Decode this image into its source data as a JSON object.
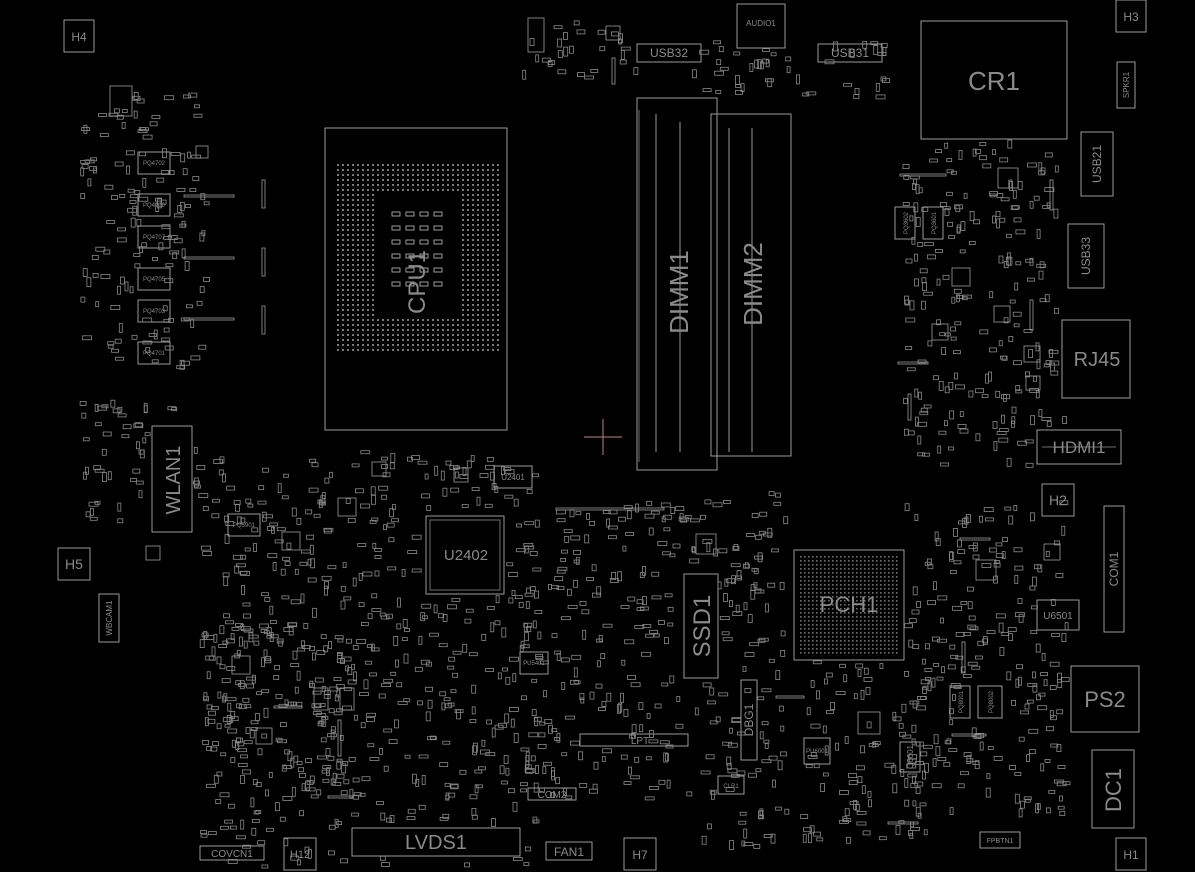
{
  "board": {
    "background": "#000000",
    "line_color": "#9a9a9a",
    "text_color": "#8a8a8a",
    "marker_color": "#c08080"
  },
  "components": {
    "cpu": "CPU1",
    "dimm1": "DIMM1",
    "dimm2": "DIMM2",
    "cr1": "CR1",
    "pch": "PCH1",
    "ssd": "SSD1",
    "wlan": "WLAN1",
    "u2402": "U2402",
    "u2401": "U2401",
    "rj45": "RJ45",
    "hdmi": "HDMI1",
    "ps2": "PS2",
    "dc1": "DC1",
    "com1": "COM1",
    "com2": "COM2",
    "lvds": "LVDS1",
    "fan1": "FAN1",
    "covcn1": "COVCN1",
    "dbg1": "DBG1",
    "u6501": "U6501",
    "usb32": "USB32",
    "usb31": "USB31",
    "usb21": "USB21",
    "usb33": "USB33",
    "audio1": "AUDIO1",
    "spkr1": "SPKR1",
    "wbcam1": "WBCAM1",
    "fpbtn1": "FPBTN1",
    "lpt": "LPT",
    "h1": "H1",
    "h2": "H2",
    "h3": "H3",
    "h4": "H4",
    "h5": "H5",
    "h7": "H7",
    "h12": "H12",
    "pq4702": "PQ4702",
    "pq4710": "PQ4710",
    "pq4707": "PQ4707",
    "pq4705": "PQ4705",
    "pq4703": "PQ4703",
    "pq4701": "PQ4701",
    "pq5901": "PQ5901",
    "pu5401": "PU5401",
    "u5401": "U5401",
    "pq3602": "PQ3602",
    "pq3601": "PQ3601",
    "pq8001": "PQ8001",
    "pq8002": "PQ8002",
    "q6601": "Q6601",
    "pu6001": "PU6001",
    "clr1": "CLR1"
  }
}
